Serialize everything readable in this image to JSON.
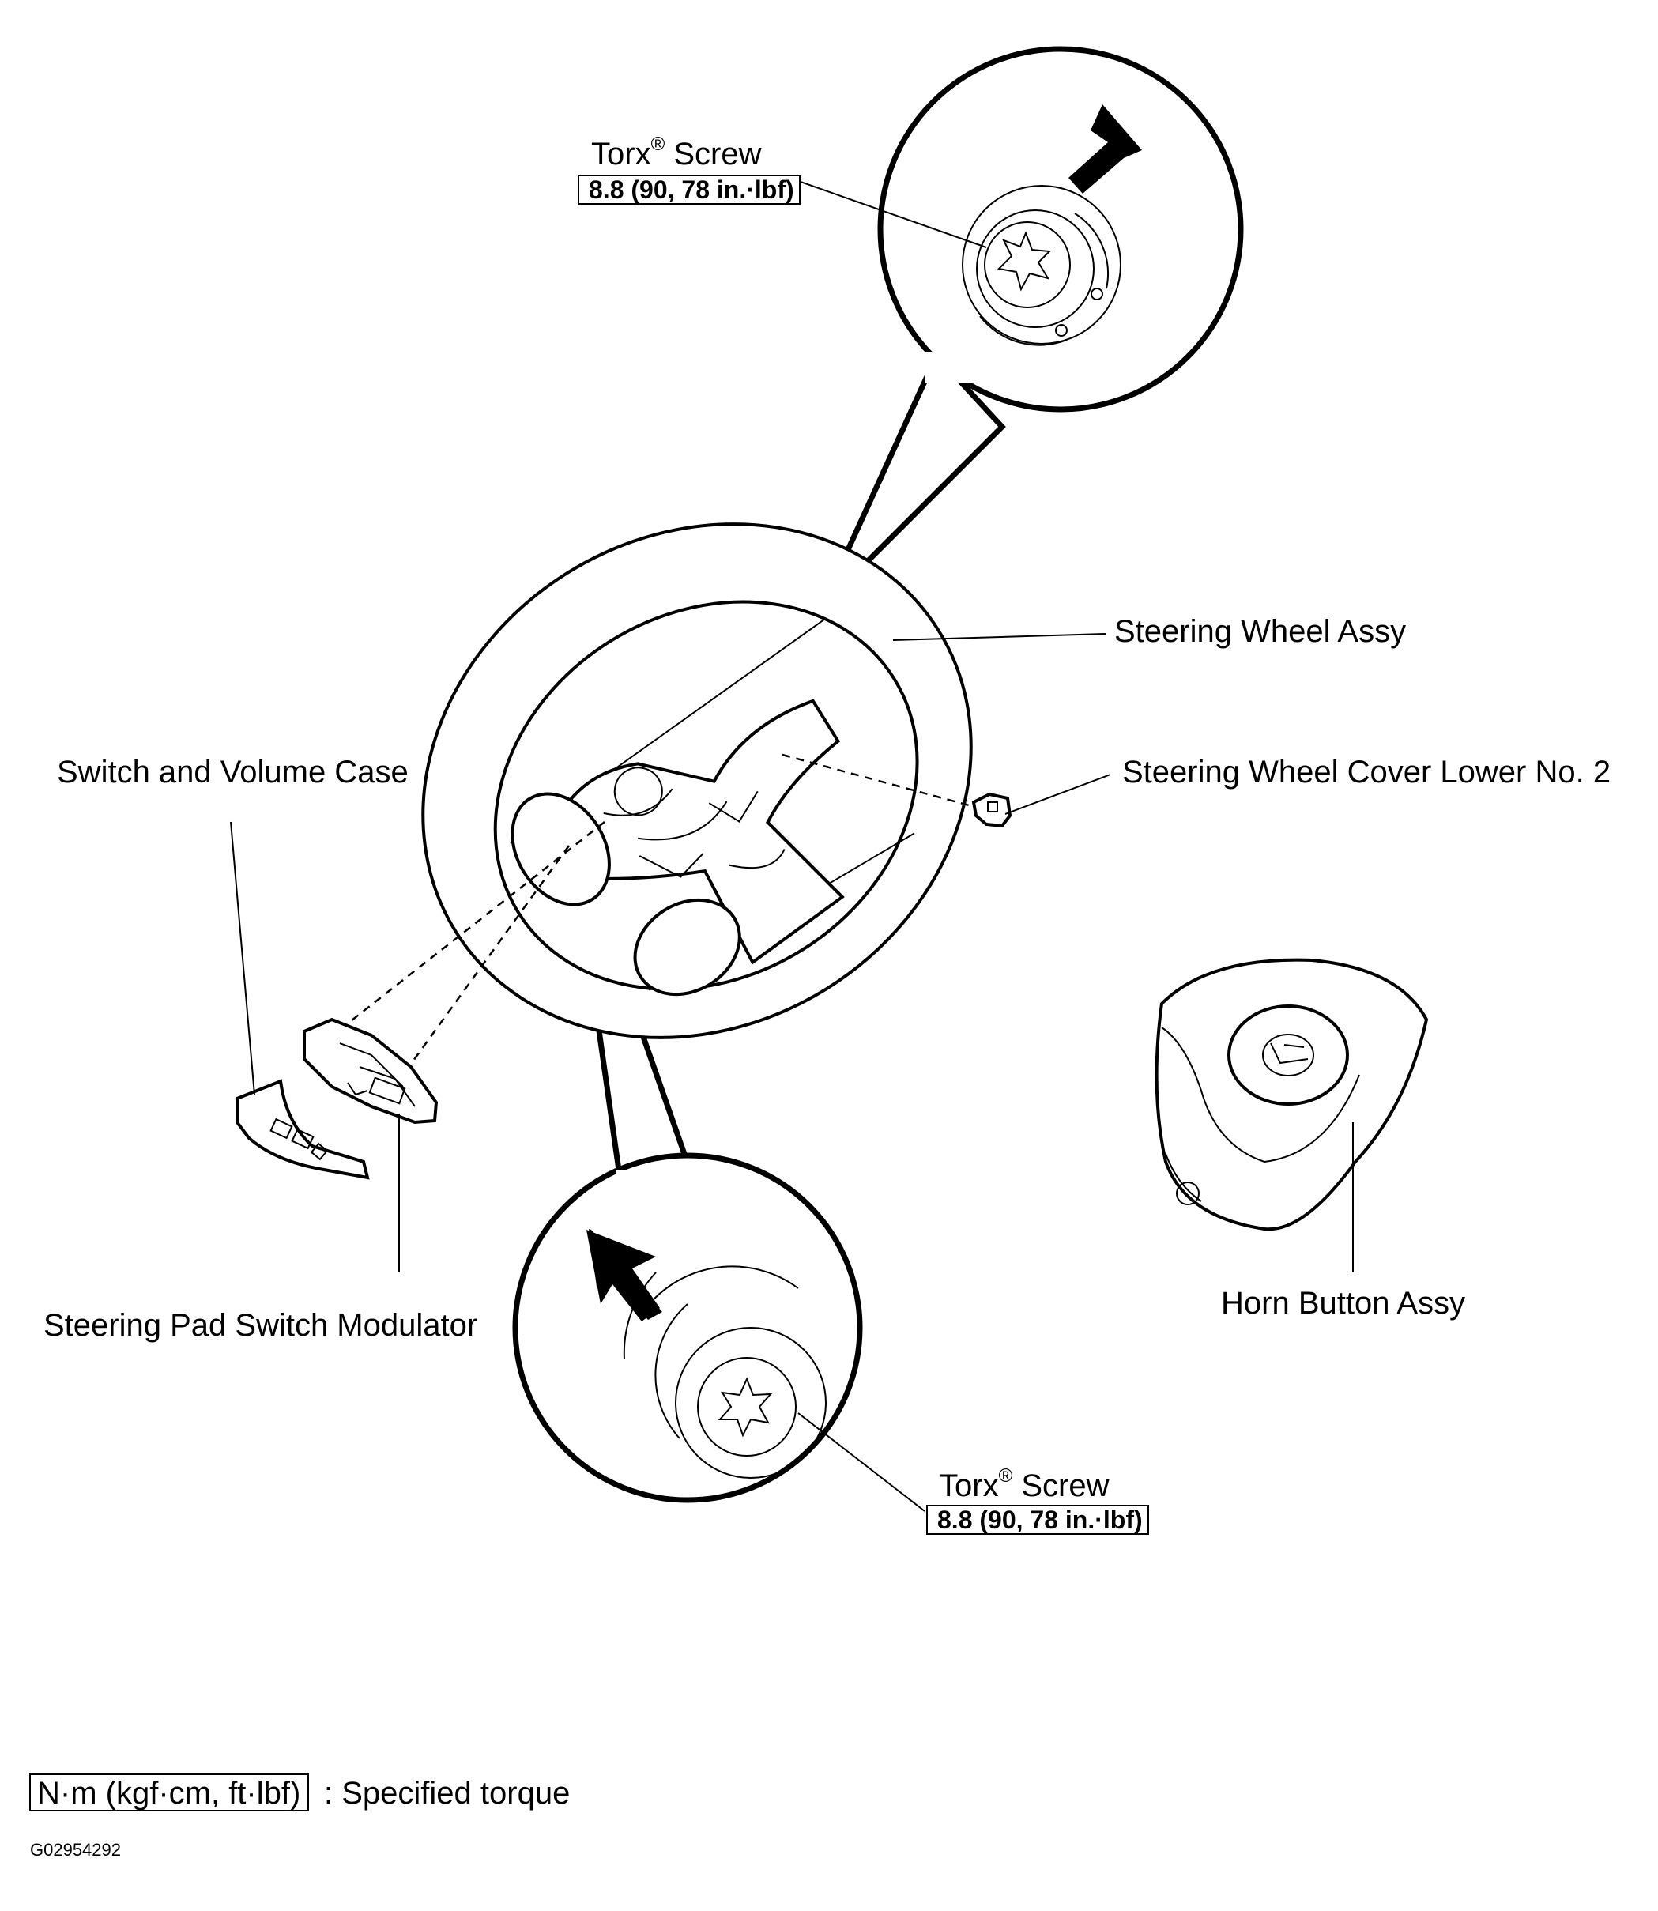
{
  "labels": {
    "torx_screw_top": {
      "name": "Torx",
      "sup": "®",
      "suffix": " Screw",
      "torque": "8.8 (90, 78 in.·lbf)"
    },
    "torx_screw_bottom": {
      "name": "Torx",
      "sup": "®",
      "suffix": " Screw",
      "torque": "8.8 (90, 78 in.·lbf)"
    },
    "steering_wheel_assy": "Steering Wheel Assy",
    "switch_and_volume_case": "Switch and Volume Case",
    "steering_wheel_cover_lower": "Steering Wheel Cover Lower No. 2",
    "steering_pad_switch_modulator": "Steering Pad Switch Modulator",
    "horn_button_assy": "Horn Button Assy"
  },
  "legend": {
    "unit_box": "N·m (kgf·cm, ft·lbf)",
    "description": ": Specified torque"
  },
  "figure_code": "G02954292"
}
